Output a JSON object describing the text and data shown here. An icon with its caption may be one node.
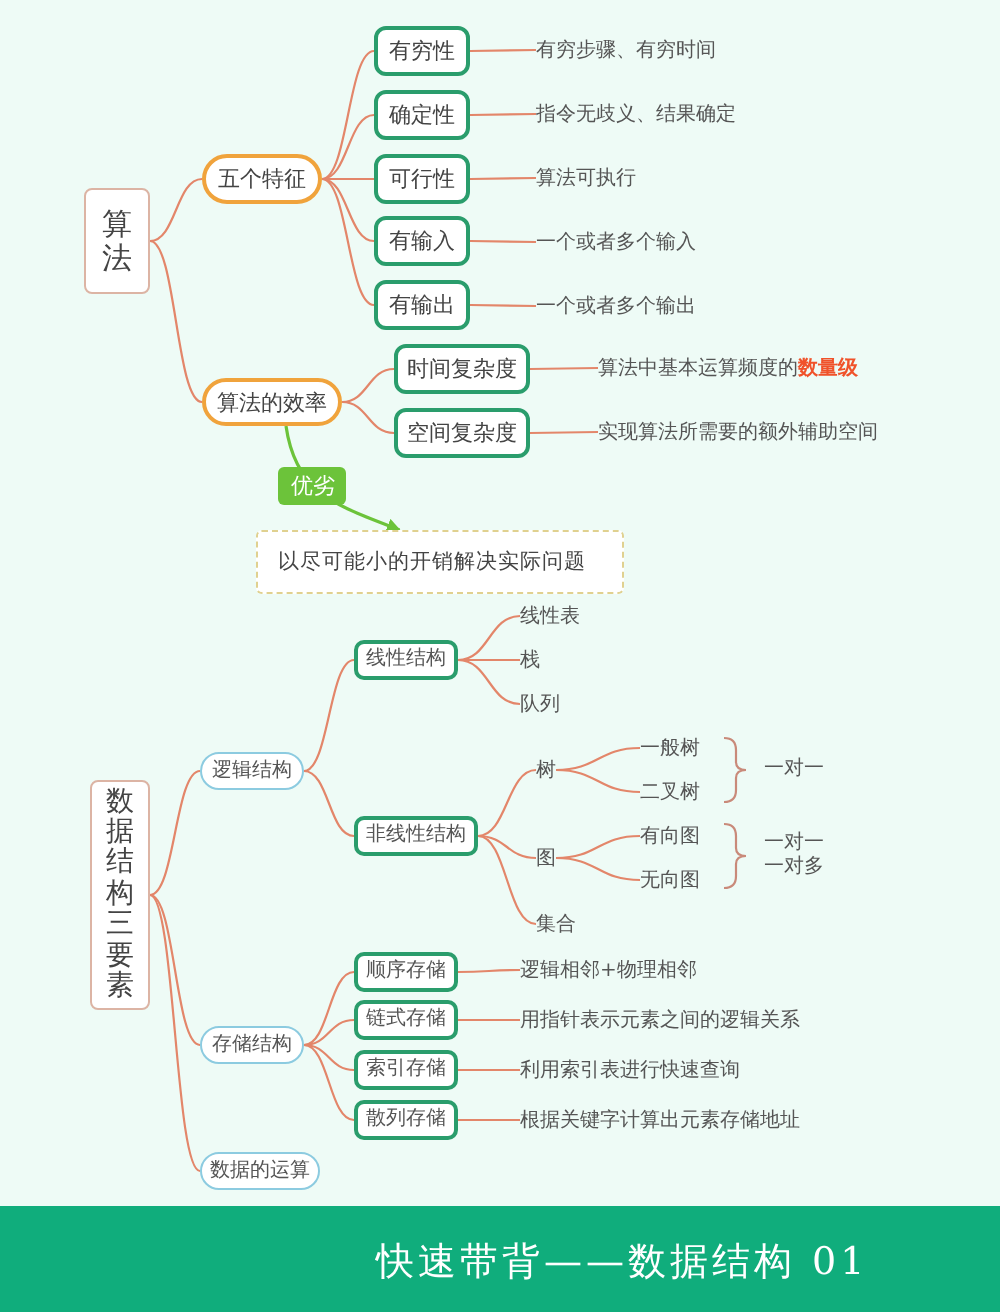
{
  "diagram": {
    "title": "快速带背——数据结构 01",
    "nodes": [
      {
        "text": [
          "算法"
        ]
      },
      {
        "text": [
          "五个特征"
        ]
      },
      {
        "text": [
          "有穷性"
        ]
      },
      {
        "text": [
          "有穷步骤、有穷时间"
        ]
      },
      {
        "text": [
          "确定性"
        ]
      },
      {
        "text": [
          "指令无歧义、结果确定"
        ]
      },
      {
        "text": [
          "可行性"
        ]
      },
      {
        "text": [
          "算法可执行"
        ]
      },
      {
        "text": [
          "有输入"
        ]
      },
      {
        "text": [
          "一个或者多个输入"
        ]
      },
      {
        "text": [
          "有输出"
        ]
      },
      {
        "text": [
          "一个或者多个输出"
        ]
      },
      {
        "text": [
          "算法的效率"
        ]
      },
      {
        "text": [
          "时间复杂度"
        ]
      },
      {
        "text": [
          "算法中基本运算频度的**数量级**"
        ]
      },
      {
        "text": [
          "空间复杂度"
        ]
      },
      {
        "text": [
          "实现算法所需要的额外辅助空间"
        ]
      },
      {
        "text": [
          "以尽可能小的开销解决实际问题"
        ]
      },
      {
        "text": [
          "数据结构三要素"
        ]
      },
      {
        "text": [
          "逻辑结构"
        ]
      },
      {
        "text": [
          "线性结构"
        ]
      },
      {
        "text": [
          "线性表"
        ]
      },
      {
        "text": [
          "栈"
        ]
      },
      {
        "text": [
          "队列"
        ]
      },
      {
        "text": [
          "非线性结构"
        ]
      },
      {
        "text": [
          "树"
        ]
      },
      {
        "text": [
          "一般树"
        ]
      },
      {
        "text": [
          "二叉树"
        ]
      },
      {
        "text": [
          "图"
        ]
      },
      {
        "text": [
          "有向图"
        ]
      },
      {
        "text": [
          "无向图"
        ]
      },
      {
        "text": [
          "集合"
        ]
      },
      {
        "text": [
          "存储结构"
        ]
      },
      {
        "text": [
          "顺序存储"
        ]
      },
      {
        "text": [
          "逻辑相邻+物理相邻"
        ]
      },
      {
        "text": [
          "链式存储"
        ]
      },
      {
        "text": [
          "用指针表示元素之间的逻辑关系"
        ]
      },
      {
        "text": [
          "索引存储"
        ]
      },
      {
        "text": [
          "利用索引表进行快速查询"
        ]
      },
      {
        "text": [
          "散列存储"
        ]
      },
      {
        "text": [
          "根据关键字计算出元素存储地址"
        ]
      },
      {
        "text": [
          "数据的运算"
        ]
      }
    ],
    "edges": [
      {
        "from": 0,
        "to": 1,
        "arrow": "none"
      },
      {
        "from": 0,
        "to": 12,
        "arrow": "none"
      },
      {
        "from": 1,
        "to": 2,
        "arrow": "none"
      },
      {
        "from": 1,
        "to": 4,
        "arrow": "none"
      },
      {
        "from": 1,
        "to": 6,
        "arrow": "none"
      },
      {
        "from": 1,
        "to": 8,
        "arrow": "none"
      },
      {
        "from": 1,
        "to": 10,
        "arrow": "none"
      },
      {
        "from": 2,
        "to": 3,
        "arrow": "none"
      },
      {
        "from": 4,
        "to": 5,
        "arrow": "none"
      },
      {
        "from": 6,
        "to": 7,
        "arrow": "none"
      },
      {
        "from": 8,
        "to": 9,
        "arrow": "none"
      },
      {
        "from": 10,
        "to": 11,
        "arrow": "none"
      },
      {
        "from": 12,
        "to": 13,
        "arrow": "none"
      },
      {
        "from": 12,
        "to": 15,
        "arrow": "none"
      },
      {
        "from": 13,
        "to": 14,
        "arrow": "none"
      },
      {
        "from": 15,
        "to": 16,
        "arrow": "none"
      },
      {
        "from": 12,
        "to": 17,
        "arrow": "to",
        "label": "优劣",
        "color": "#6cc33a"
      },
      {
        "from": 18,
        "to": 19,
        "arrow": "none"
      },
      {
        "from": 18,
        "to": 32,
        "arrow": "none"
      },
      {
        "from": 18,
        "to": 41,
        "arrow": "none"
      },
      {
        "from": 19,
        "to": 20,
        "arrow": "none"
      },
      {
        "from": 19,
        "to": 24,
        "arrow": "none"
      },
      {
        "from": 20,
        "to": 21,
        "arrow": "none"
      },
      {
        "from": 20,
        "to": 22,
        "arrow": "none"
      },
      {
        "from": 20,
        "to": 23,
        "arrow": "none"
      },
      {
        "from": 24,
        "to": 25,
        "arrow": "none"
      },
      {
        "from": 24,
        "to": 28,
        "arrow": "none"
      },
      {
        "from": 24,
        "to": 31,
        "arrow": "none"
      },
      {
        "from": 25,
        "to": 26,
        "arrow": "none"
      },
      {
        "from": 25,
        "to": 27,
        "arrow": "none"
      },
      {
        "from": 28,
        "to": 29,
        "arrow": "none"
      },
      {
        "from": 28,
        "to": 30,
        "arrow": "none"
      },
      {
        "from": 32,
        "to": 33,
        "arrow": "none"
      },
      {
        "from": 32,
        "to": 35,
        "arrow": "none"
      },
      {
        "from": 32,
        "to": 37,
        "arrow": "none"
      },
      {
        "from": 32,
        "to": 39,
        "arrow": "none"
      },
      {
        "from": 33,
        "to": 34,
        "arrow": "none"
      },
      {
        "from": 35,
        "to": 36,
        "arrow": "none"
      },
      {
        "from": 37,
        "to": 38,
        "arrow": "none"
      },
      {
        "from": 39,
        "to": 40,
        "arrow": "none"
      }
    ],
    "labels": [
      "一对一",
      "一对一",
      "一对多"
    ]
  }
}
